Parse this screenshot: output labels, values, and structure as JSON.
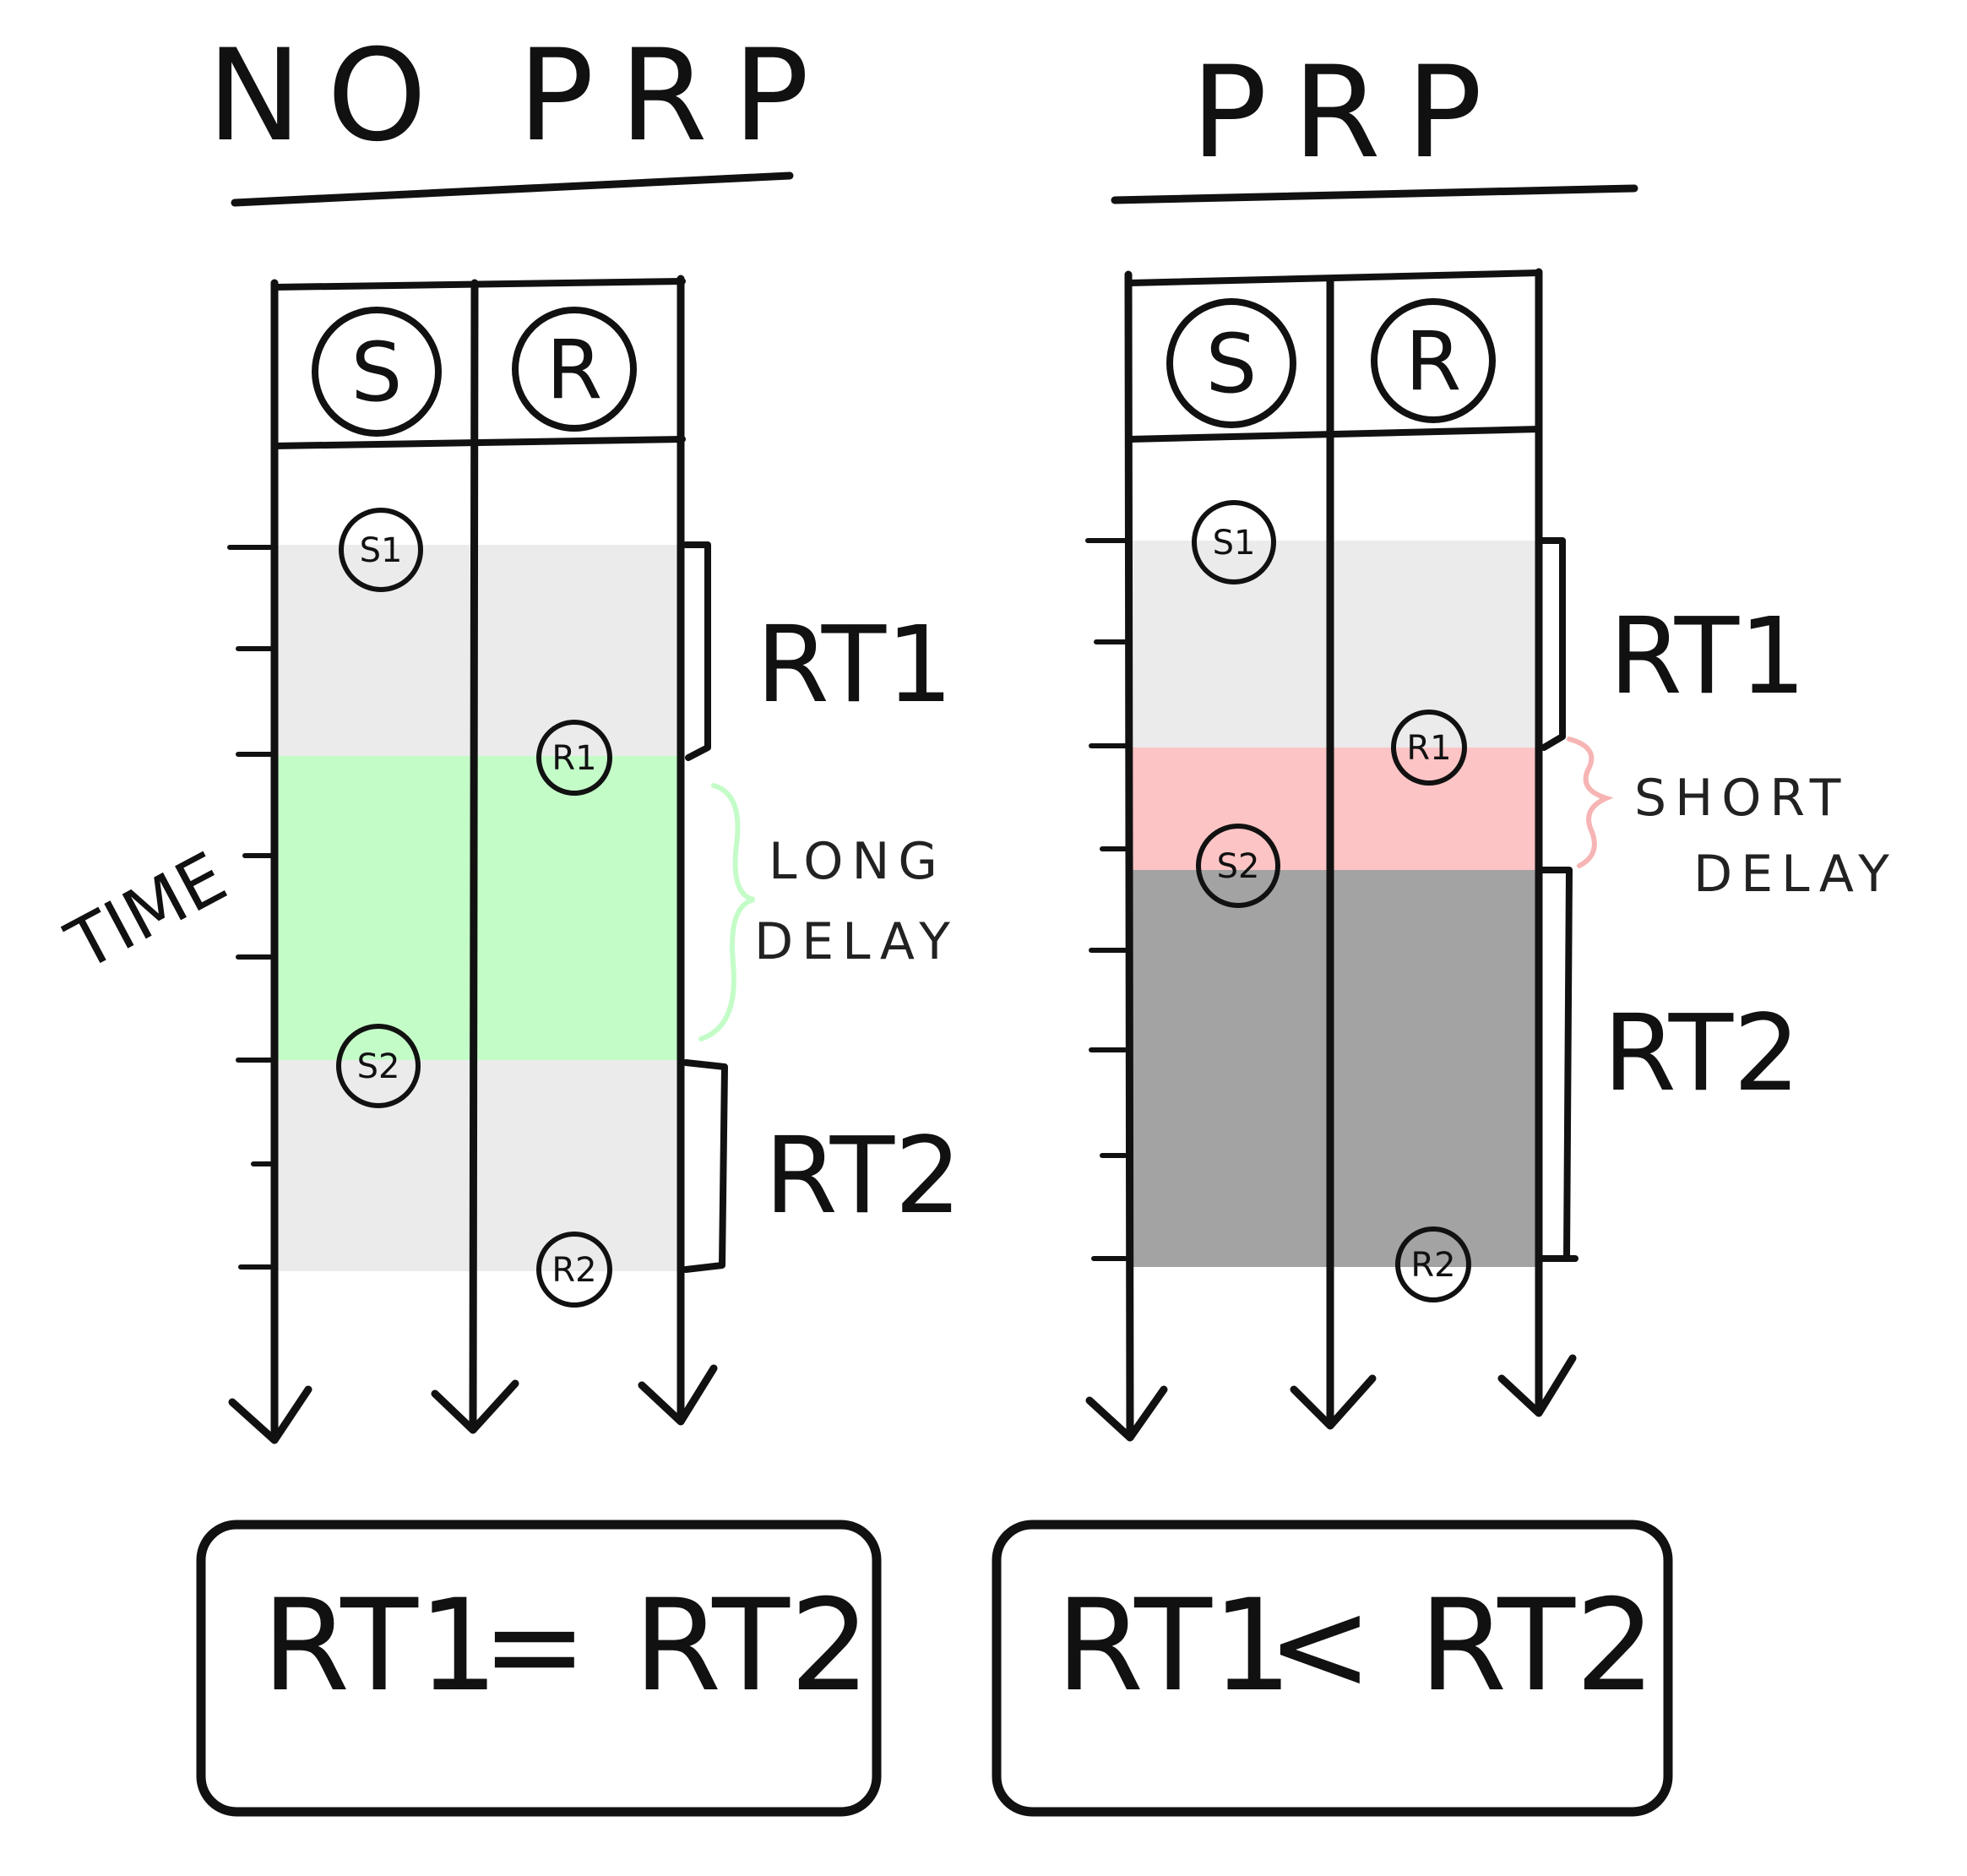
{
  "panels": [
    {
      "title": "NO PRP",
      "columns": [
        "S",
        "R"
      ],
      "events": [
        "S1",
        "R1",
        "S2",
        "R2"
      ],
      "round_trips": [
        "RT1",
        "RT2"
      ],
      "delay_label": [
        "LONG",
        "DELAY"
      ],
      "comparison": {
        "left": "RT1",
        "operator": "=",
        "right": "RT2"
      }
    },
    {
      "title": "PRP",
      "columns": [
        "S",
        "R"
      ],
      "events": [
        "S1",
        "R1",
        "S2",
        "R2"
      ],
      "round_trips": [
        "RT1",
        "RT2"
      ],
      "delay_label": [
        "SHORT",
        "DELAY"
      ],
      "comparison": {
        "left": "RT1",
        "operator": "<",
        "right": "RT2"
      }
    }
  ],
  "axis_label": "TIME",
  "colors": {
    "long_delay": "#c4fcc8",
    "short_delay": "#fcc4c4",
    "round_trip_no_prp": "#ebebeb",
    "rt2_prp": "#a3a3a3",
    "ink": "#111111"
  }
}
